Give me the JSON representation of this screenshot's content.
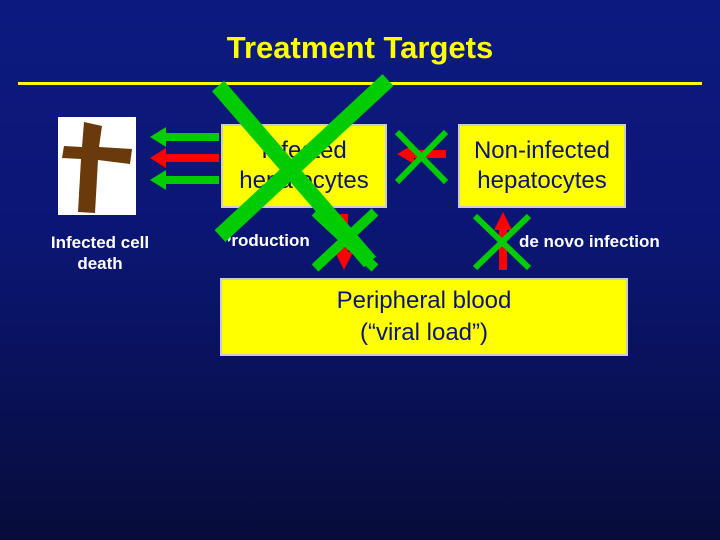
{
  "slide": {
    "title": "Treatment Targets",
    "infected_box": [
      "Infected",
      "hepatocytes"
    ],
    "noninfected_box": [
      "Non-infected",
      "hepatocytes"
    ],
    "blood_box": [
      "Peripheral blood",
      "(“viral load”)"
    ],
    "death_label": [
      "Infected cell",
      "death"
    ],
    "production_label": "Production",
    "denovo_label": "de novo infection"
  },
  "icons": [
    "cross-icon",
    "arrow-left-icon",
    "arrow-up-icon",
    "x-mark-icon"
  ],
  "colors": {
    "background": "#0b1673",
    "title": "#ffff00",
    "box_fill": "#ffff00",
    "arrow_red": "#ff0000",
    "arrow_green": "#00cc00",
    "cross_brown": "#6b3a0a"
  }
}
